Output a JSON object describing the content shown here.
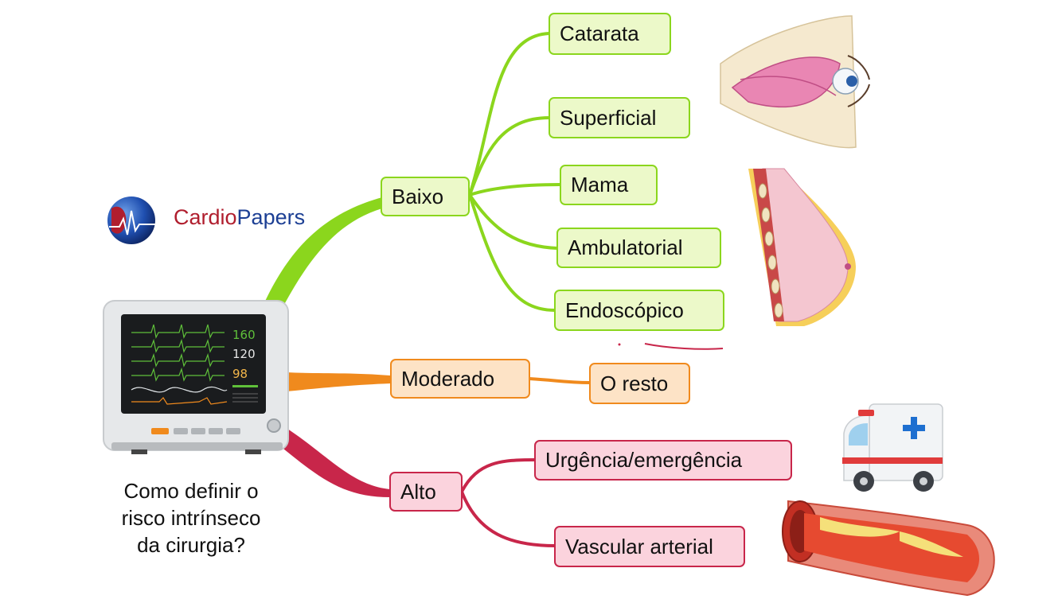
{
  "logo": {
    "part1": "Cardio",
    "part2": "Papers"
  },
  "caption": {
    "line1": "Como definir o",
    "line2": "risco intrínseco",
    "line3": "da cirurgia?"
  },
  "monitor": {
    "readings": [
      "160",
      "120",
      "98"
    ]
  },
  "categories": {
    "low": {
      "label": "Baixo",
      "items": [
        "Catarata",
        "Superficial",
        "Mama",
        "Ambulatorial",
        "Endoscópico"
      ]
    },
    "moderate": {
      "label": "Moderado",
      "items": [
        "O resto"
      ]
    },
    "high": {
      "label": "Alto",
      "items": [
        "Urgência/emergência",
        "Vascular arterial"
      ]
    }
  },
  "colors": {
    "low": "#8bd61d",
    "moderate": "#f08a1d",
    "high": "#c8264a"
  },
  "icons": [
    "globe-ecg-icon",
    "patient-monitor-icon",
    "eye-muscle-illustration",
    "breast-anatomy-illustration",
    "ambulance-icon",
    "artery-plaque-illustration"
  ]
}
